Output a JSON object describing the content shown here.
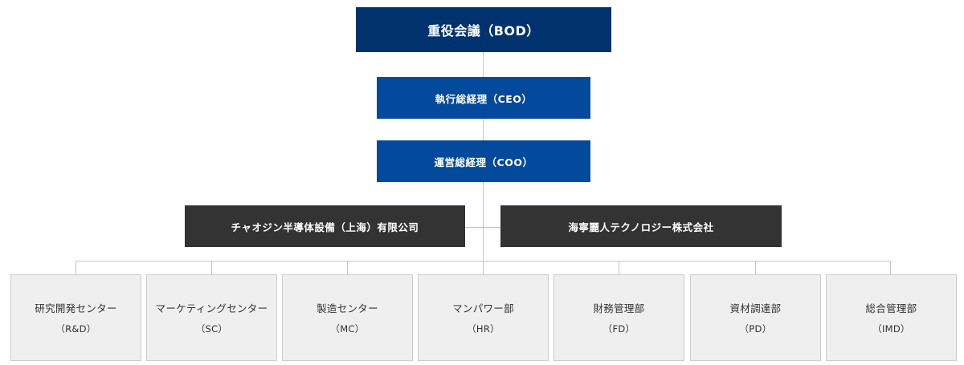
{
  "org": {
    "bod": "重役会議（BOD）",
    "ceo": "執行総経理（CEO）",
    "coo": "運営総経理（COO）",
    "subsidiaries": [
      "チャオジン半導体設備（上海）有限公司",
      "海寧麗人テクノロジー株式会社"
    ],
    "departments": [
      {
        "name": "研究開発センター",
        "code": "（R&D）"
      },
      {
        "name": "マーケティングセンター",
        "code": "（SC）"
      },
      {
        "name": "製造センター",
        "code": "（MC）"
      },
      {
        "name": "マンパワー部",
        "code": "（HR）"
      },
      {
        "name": "財務管理部",
        "code": "（FD）"
      },
      {
        "name": "資材調達部",
        "code": "（PD）"
      },
      {
        "name": "総合管理部",
        "code": "（IMD）"
      }
    ]
  },
  "colors": {
    "bod": "#00326e",
    "executive": "#044a9c",
    "subsidiary": "#333333",
    "department_bg": "#efefef",
    "connector": "#c4c4c4"
  }
}
